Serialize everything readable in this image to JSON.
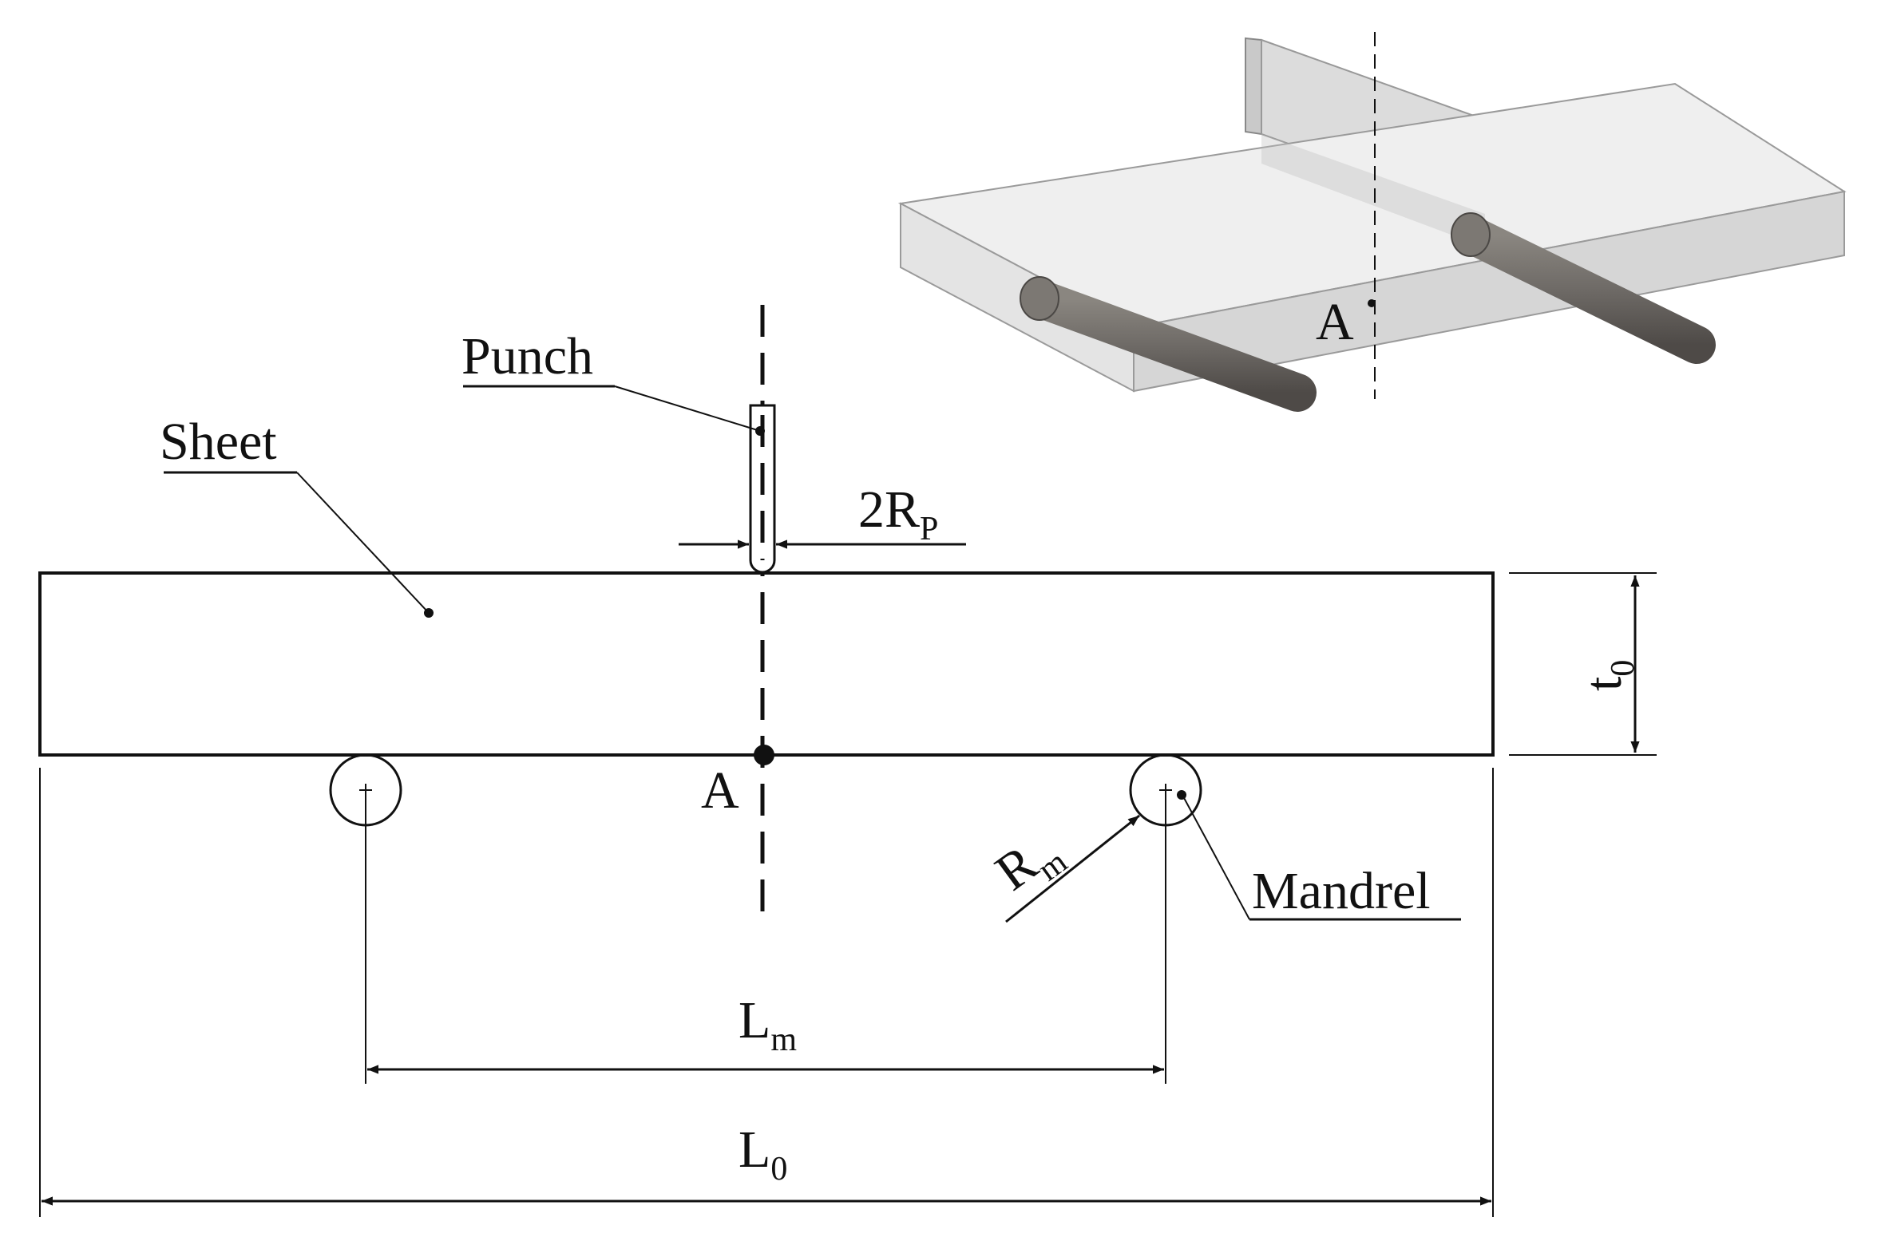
{
  "labels": {
    "punch": "Punch",
    "sheet": "Sheet",
    "mandrel": "Mandrel",
    "point_a": "A",
    "point_a_3d": "A"
  },
  "dimensions": {
    "punch_width": {
      "main": "2R",
      "sub": "P"
    },
    "thickness": {
      "main": "t",
      "sub": "0"
    },
    "mandrel_radius": {
      "main": "R",
      "sub": "m"
    },
    "mandrel_span": {
      "main": "L",
      "sub": "m"
    },
    "sheet_length": {
      "main": "L",
      "sub": "0"
    }
  },
  "colors": {
    "line": "#111111",
    "block_top": "#efefef",
    "block_front": "#e4e4e4",
    "block_side": "#d2d2d2",
    "rod": "#6e6a66"
  }
}
